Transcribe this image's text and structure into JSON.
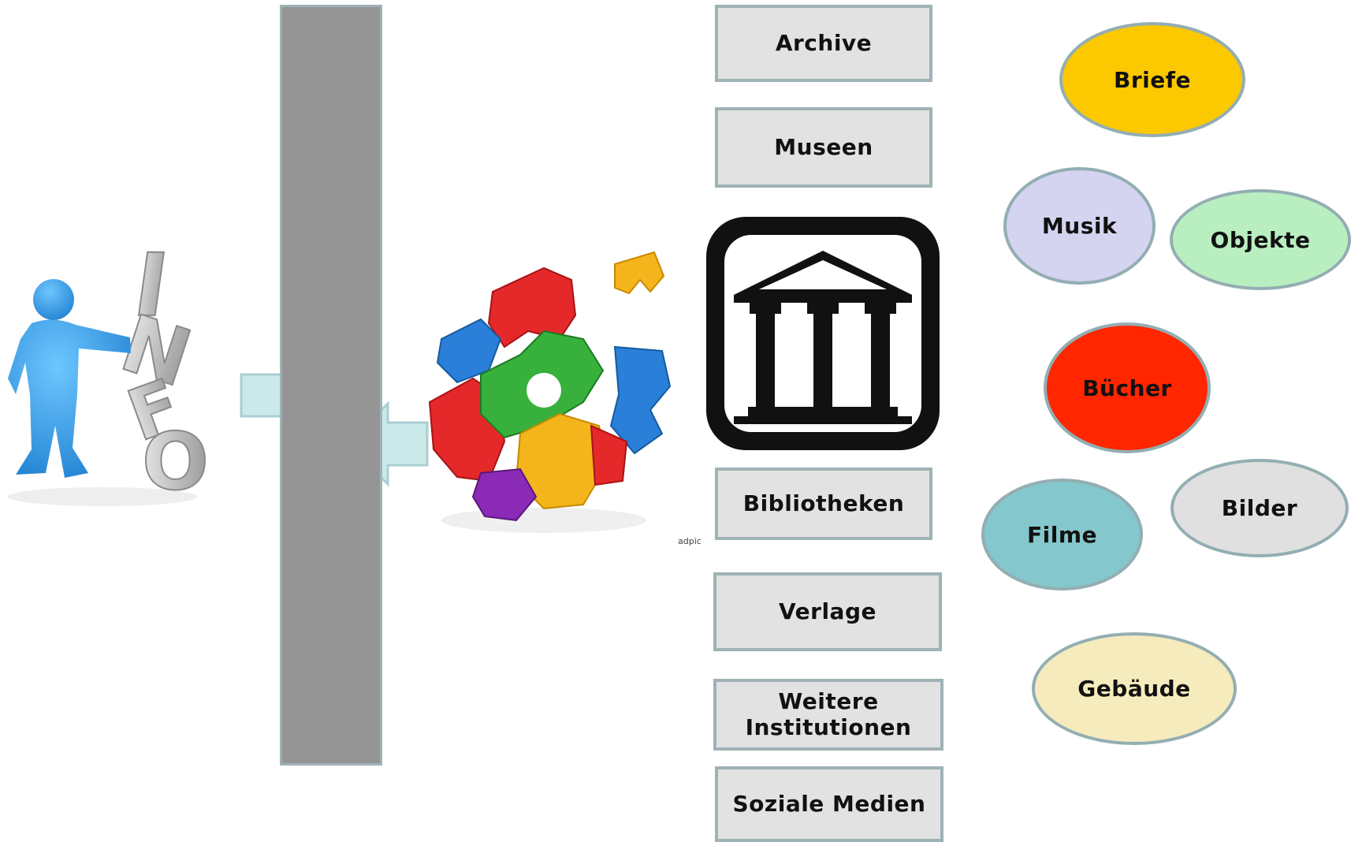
{
  "institutions": {
    "archive": "Archive",
    "museen": "Museen",
    "bibliotheken": "Bibliotheken",
    "verlage": "Verlage",
    "weitere": "Weitere Institutionen",
    "soziale_medien": "Soziale Medien"
  },
  "media": {
    "briefe": "Briefe",
    "musik": "Musik",
    "objekte": "Objekte",
    "buecher": "Bücher",
    "filme": "Filme",
    "bilder": "Bilder",
    "gebaeude": "Gebäude"
  },
  "colors": {
    "briefe": "#fcc800",
    "musik": "#d4d4f0",
    "objekte": "#b9efc0",
    "buecher": "#ff2600",
    "filme": "#84c7cc",
    "bilder": "#e0e0e0",
    "gebaeude": "#f5ebbd",
    "box_fill": "#e2e2e2",
    "border": "#9fb2b6",
    "arrow": "#cce9ea",
    "bar": "#959595"
  },
  "illustration": {
    "info_letters": [
      "I",
      "N",
      "F",
      "O"
    ],
    "watermark": "adpic"
  },
  "icons": [
    "person-info-icon",
    "puzzle-gears-icon",
    "institution-building-icon"
  ]
}
